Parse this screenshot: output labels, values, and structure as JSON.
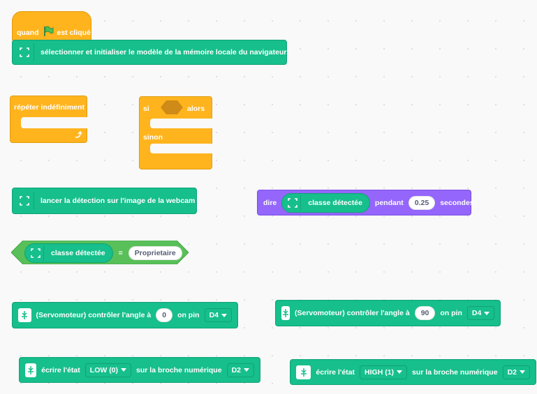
{
  "colors": {
    "extension_green": "#16bf8b",
    "control_yellow": "#ffb41e",
    "looks_purple": "#9466fb",
    "flag_green": "#4cbf56"
  },
  "when_flag": {
    "prefix": "quand",
    "suffix": "est cliqué",
    "flag_icon": "green-flag-icon"
  },
  "init_model": {
    "icon": "webcam-frame-icon",
    "label": "sélectionner et initialiser le modèle de la mémoire locale du navigateur"
  },
  "forever": {
    "label": "répéter indéfiniment",
    "arrow_icon": "loop-arrow-icon"
  },
  "if_else": {
    "if_label": "si",
    "then_label": "alors",
    "else_label": "sinon"
  },
  "run_detection": {
    "icon": "webcam-frame-icon",
    "label": "lancer la détection sur l'image de la webcam"
  },
  "say_for": {
    "say_label": "dire",
    "reporter_label": "classe détectée",
    "for_label": "pendant",
    "seconds_value": "0.25",
    "seconds_label": "secondes"
  },
  "equals_compare": {
    "reporter_label": "classe détectée",
    "operator": "=",
    "value": "Proprietaire"
  },
  "servo_1": {
    "icon": "usb-icon",
    "label": "(Servomoteur) contrôler l'angle à",
    "angle": "0",
    "pin_label": "on pin",
    "pin": "D4"
  },
  "servo_2": {
    "icon": "usb-icon",
    "label": "(Servomoteur) contrôler l'angle à",
    "angle": "90",
    "pin_label": "on pin",
    "pin": "D4"
  },
  "digital_1": {
    "icon": "usb-icon",
    "label": "écrire l'état",
    "state": "LOW (0)",
    "pin_label": "sur la broche numérique",
    "pin": "D2"
  },
  "digital_2": {
    "icon": "usb-icon",
    "label": "écrire l'état",
    "state": "HIGH (1)",
    "pin_label": "sur la broche numérique",
    "pin": "D2"
  }
}
